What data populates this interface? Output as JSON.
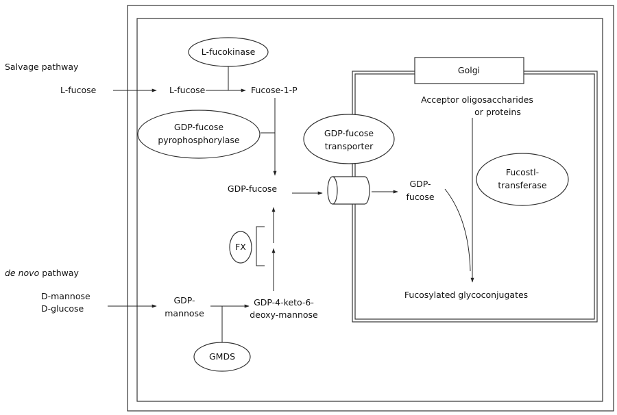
{
  "labels": {
    "salvage_pathway": "Salvage pathway",
    "de_novo_italic": "de novo",
    "de_novo_rest": " pathway",
    "l_fucose_input": "L-fucose",
    "l_fucose": "L-fucose",
    "fucose_1_p": "Fucose-1-P",
    "gdp_fucose": "GDP-fucose",
    "d_mannose": "D-mannose",
    "d_glucose": "D-glucose",
    "gdp_mannose_line1": "GDP-",
    "gdp_mannose_line2": "mannose",
    "gdp_keto_line1": "GDP-4-keto-6-",
    "gdp_keto_line2": "deoxy-mannose",
    "golgi_gdp_fucose_line1": "GDP-",
    "golgi_gdp_fucose_line2": "fucose",
    "acceptor_line1": "Acceptor oligosaccharides",
    "acceptor_line2": "or proteins",
    "fucosylated": "Fucosylated glycoconjugates",
    "golgi": "Golgi"
  },
  "enzymes": {
    "l_fucokinase": "L-fucokinase",
    "pyrophosphorylase_line1": "GDP-fucose",
    "pyrophosphorylase_line2": "pyrophosphorylase",
    "transporter_line1": "GDP-fucose",
    "transporter_line2": "transporter",
    "fx": "FX",
    "gmds": "GMDS",
    "fucosyltransferase_line1": "Fucostl-",
    "fucosyltransferase_line2": "transferase"
  },
  "colors": {
    "line": "#222222",
    "text": "#111111"
  }
}
